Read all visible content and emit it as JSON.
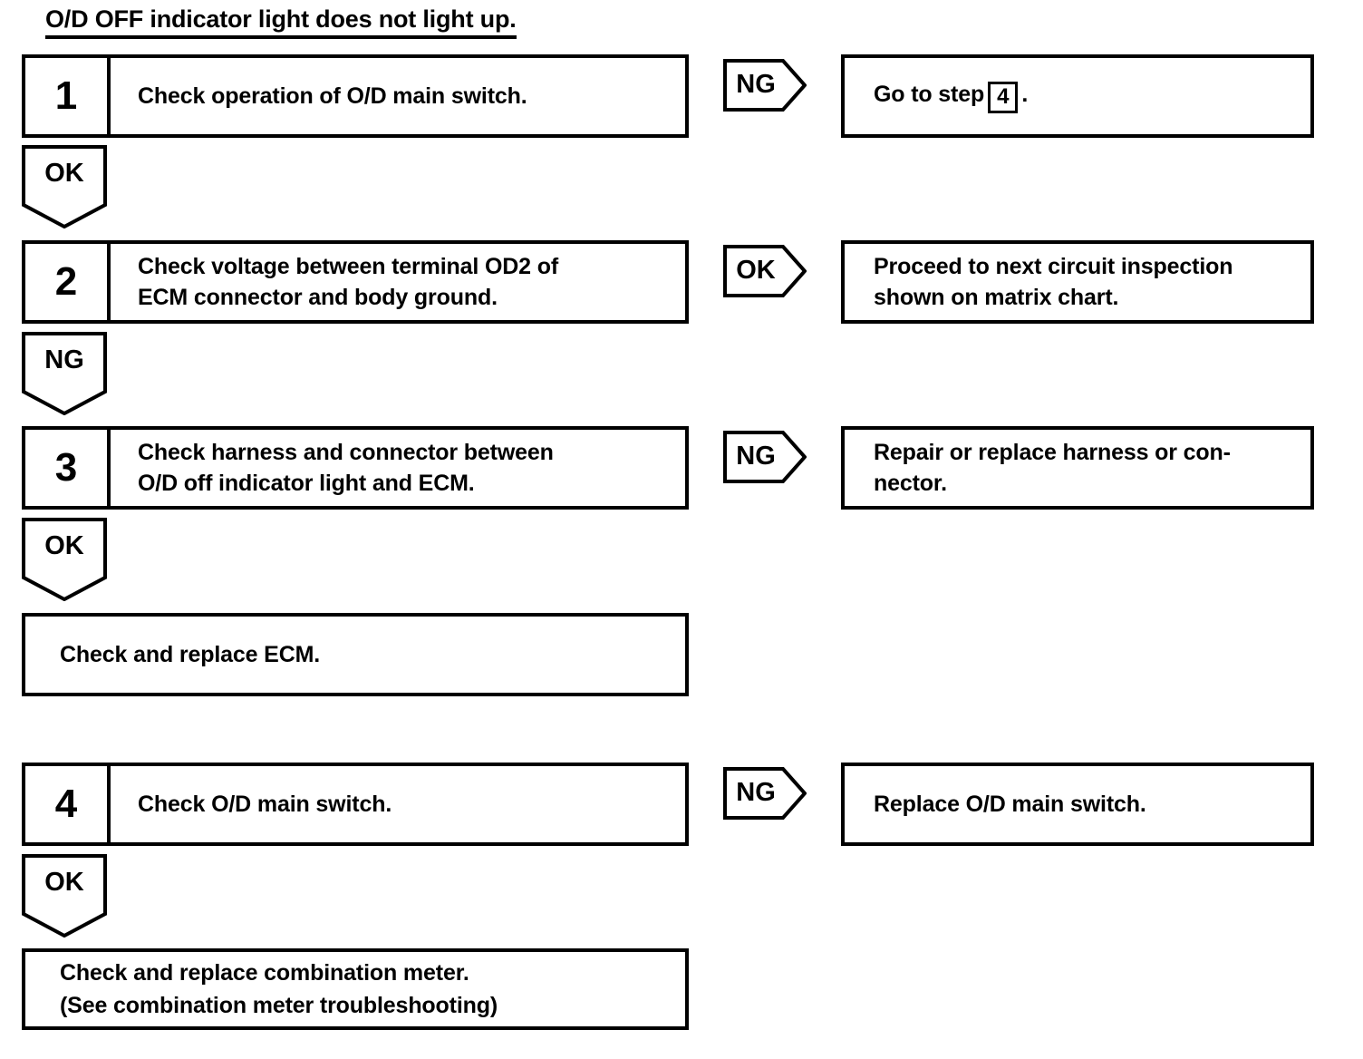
{
  "title": "O/D OFF indicator light does not light up.",
  "steps": [
    {
      "number": "1",
      "text": "Check operation of O/D main switch.",
      "branch_tag": "NG",
      "result_text_before": "Go to step",
      "result_ref": "4",
      "result_text_after": ".",
      "next_connector": "OK"
    },
    {
      "number": "2",
      "text_line1": "Check voltage between terminal OD2 of",
      "text_line2": "ECM connector and body ground.",
      "branch_tag": "OK",
      "result_line1": "Proceed to next circuit inspection",
      "result_line2": "shown on matrix chart.",
      "next_connector": "NG"
    },
    {
      "number": "3",
      "text_line1": "Check harness and connector between",
      "text_line2": "O/D off indicator light and ECM.",
      "branch_tag": "NG",
      "result_line1": "Repair or replace harness or con-",
      "result_line2": "nector.",
      "next_connector": "OK"
    },
    {
      "number": "4",
      "text": "Check O/D main switch.",
      "branch_tag": "NG",
      "result_text": "Replace O/D main switch.",
      "next_connector": "OK"
    }
  ],
  "terminals": {
    "ecm": "Check and replace ECM.",
    "meter_line1": "Check and replace combination meter.",
    "meter_line2": "(See combination meter troubleshooting)"
  },
  "colors": {
    "ink": "#000000",
    "paper": "#ffffff"
  }
}
